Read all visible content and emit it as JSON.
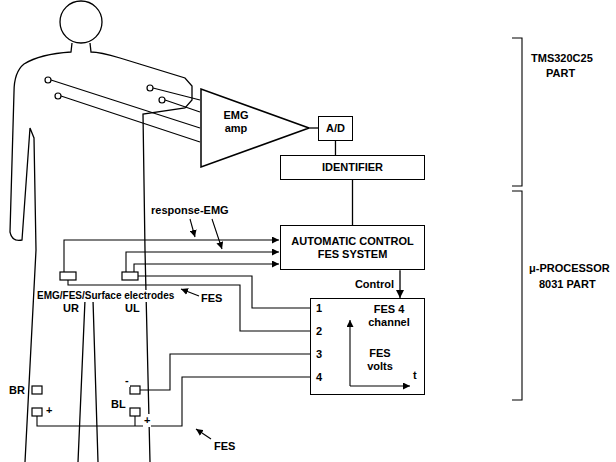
{
  "diagram": {
    "nodes": [
      {
        "text": [
          "EMG amp"
        ]
      },
      {
        "text": [
          "A/D"
        ]
      },
      {
        "text": [
          "IDENTIFIER"
        ]
      },
      {
        "text": [
          "AUTOMATIC CONTROL FES SYSTEM"
        ]
      },
      {
        "text": [
          "1",
          "2",
          "3",
          "4",
          "FES 4 channel",
          "FES volts",
          "t"
        ]
      }
    ],
    "edges": [
      {
        "from": 0,
        "to": 1,
        "arrow": "none"
      },
      {
        "from": 1,
        "to": 2,
        "arrow": "none"
      },
      {
        "from": 2,
        "to": 3,
        "arrow": "none"
      },
      {
        "from": 3,
        "to": 4,
        "arrow": "to",
        "label": "Control"
      }
    ],
    "labels": [
      "TMS320C25",
      "PART",
      "μ-PROCESSOR",
      "8031 PART",
      "response-EMG",
      "EMG/FES/Surface electrodes",
      "FES",
      "FES",
      "UR",
      "UL",
      "BR",
      "BL",
      "-",
      "+",
      "+"
    ]
  }
}
